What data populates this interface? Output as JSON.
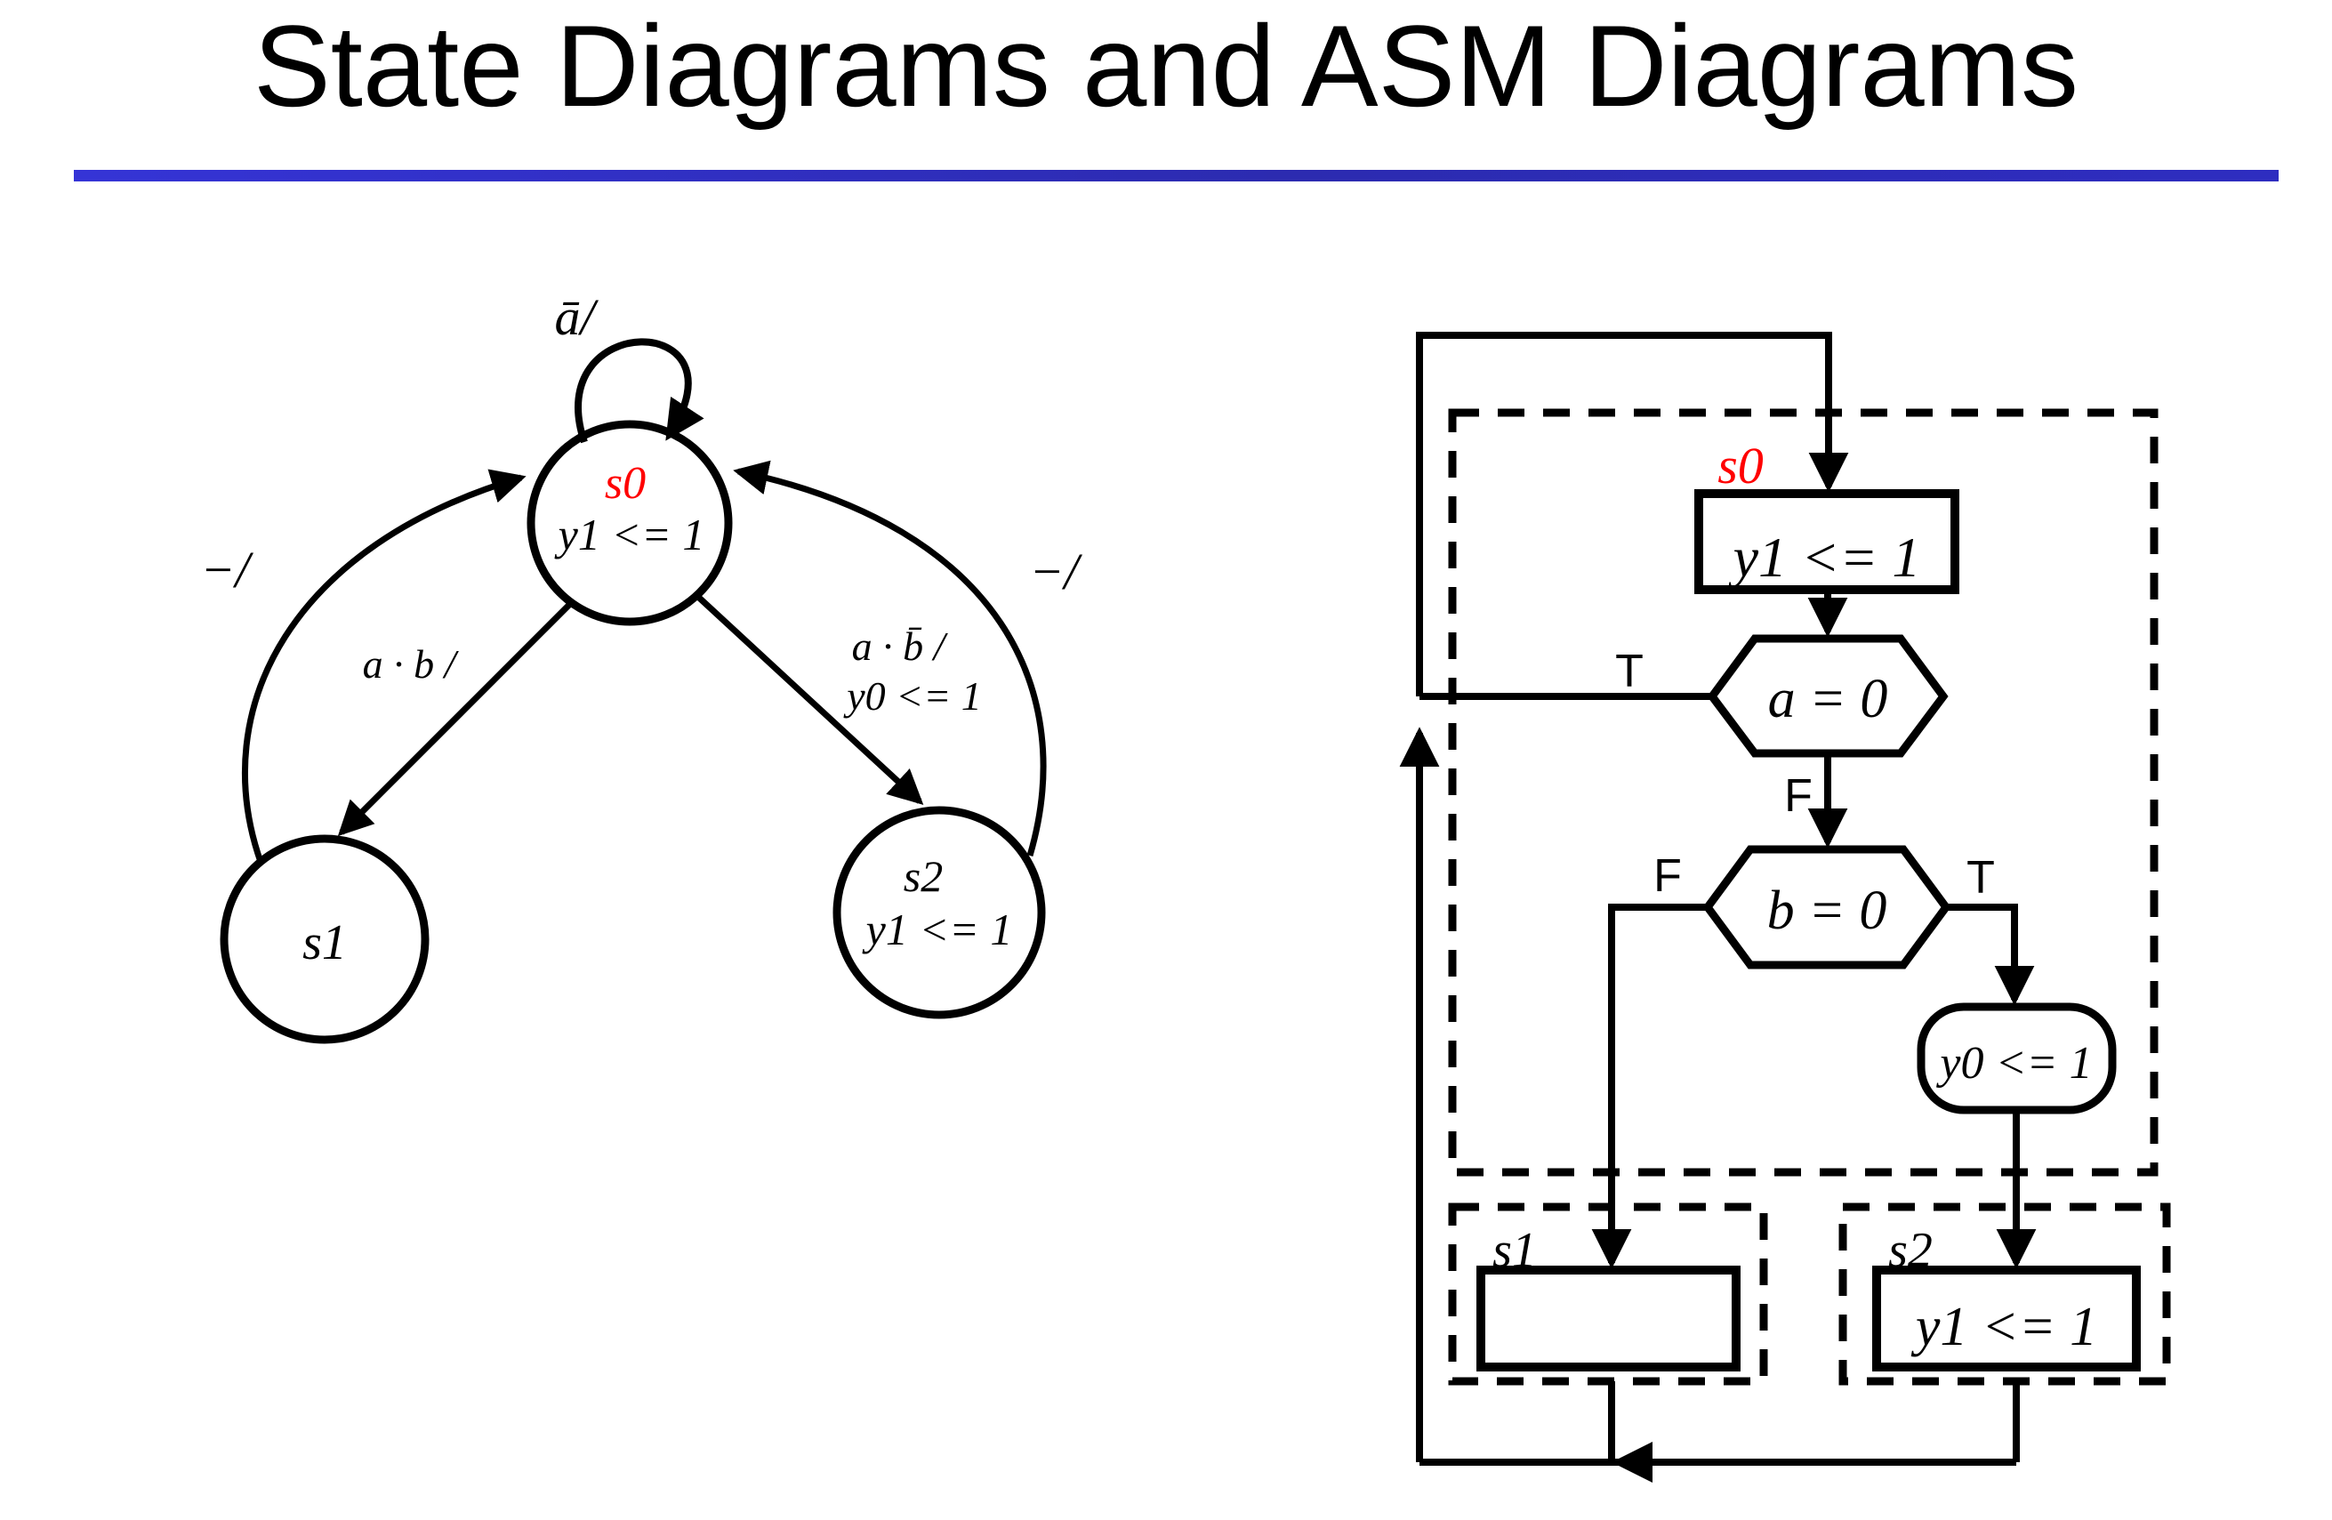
{
  "title": "State Diagrams and ASM Diagrams",
  "accent_rule_color_left": "#3534d6",
  "accent_rule_color_right": "#2c2bb0",
  "state_highlight_color": "#ff0000",
  "state_diagram": {
    "s0": {
      "name": "s0",
      "action": "y1 <= 1"
    },
    "s1": {
      "name": "s1"
    },
    "s2": {
      "name": "s2",
      "action": "y1 <= 1"
    },
    "self_loop_label": "ā/",
    "s1_to_s0_label": "−/",
    "s2_to_s0_label": "−/",
    "s0_to_s1_label": "a · b /",
    "s0_to_s2_label": "a · b̄ /",
    "s0_to_s2_action": "y0 <= 1"
  },
  "asm_diagram": {
    "s0_label": "s0",
    "s0_action": "y1 <= 1",
    "decision_a": "a = 0",
    "decision_b": "b = 0",
    "a_true": "T",
    "a_false": "F",
    "b_true": "T",
    "b_false": "F",
    "conditional_output": "y0 <= 1",
    "s1_label": "s1",
    "s2_label": "s2",
    "s2_action": "y1 <= 1"
  }
}
